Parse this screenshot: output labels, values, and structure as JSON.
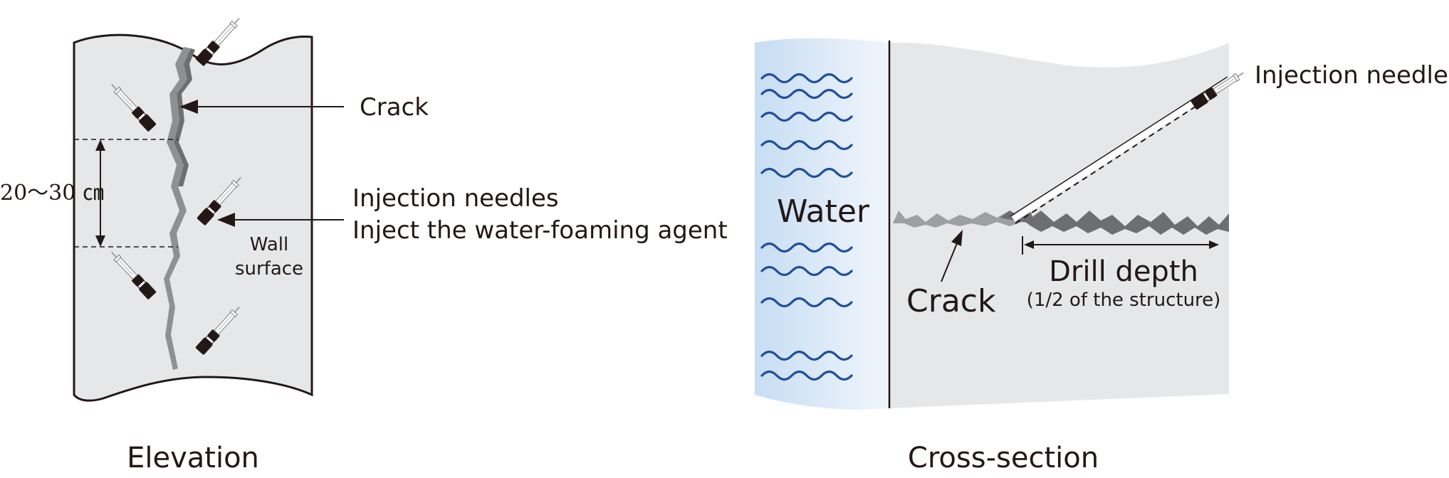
{
  "elevation": {
    "title": "Elevation",
    "crack_label": "Crack",
    "needles_label_line1": "Injection needles",
    "needles_label_line2": "Inject the water-foaming agent",
    "wall_label_line1": "Wall",
    "wall_label_line2": "surface",
    "spacing_label": "20～30 ㎝"
  },
  "cross_section": {
    "title": "Cross-section",
    "water_label": "Water",
    "needle_label": "Injection needle",
    "crack_label": "Crack",
    "drill_label": "Drill depth",
    "drill_sublabel": "(1/2 of the structure)"
  },
  "colors": {
    "wall_fill": "#e6e7e8",
    "crack_dark": "#6d6e71",
    "crack_light": "#9d9fa2",
    "water_wave": "#1f4e9c",
    "water_fill": "#bcd6ef",
    "needle_dark": "#231815"
  }
}
